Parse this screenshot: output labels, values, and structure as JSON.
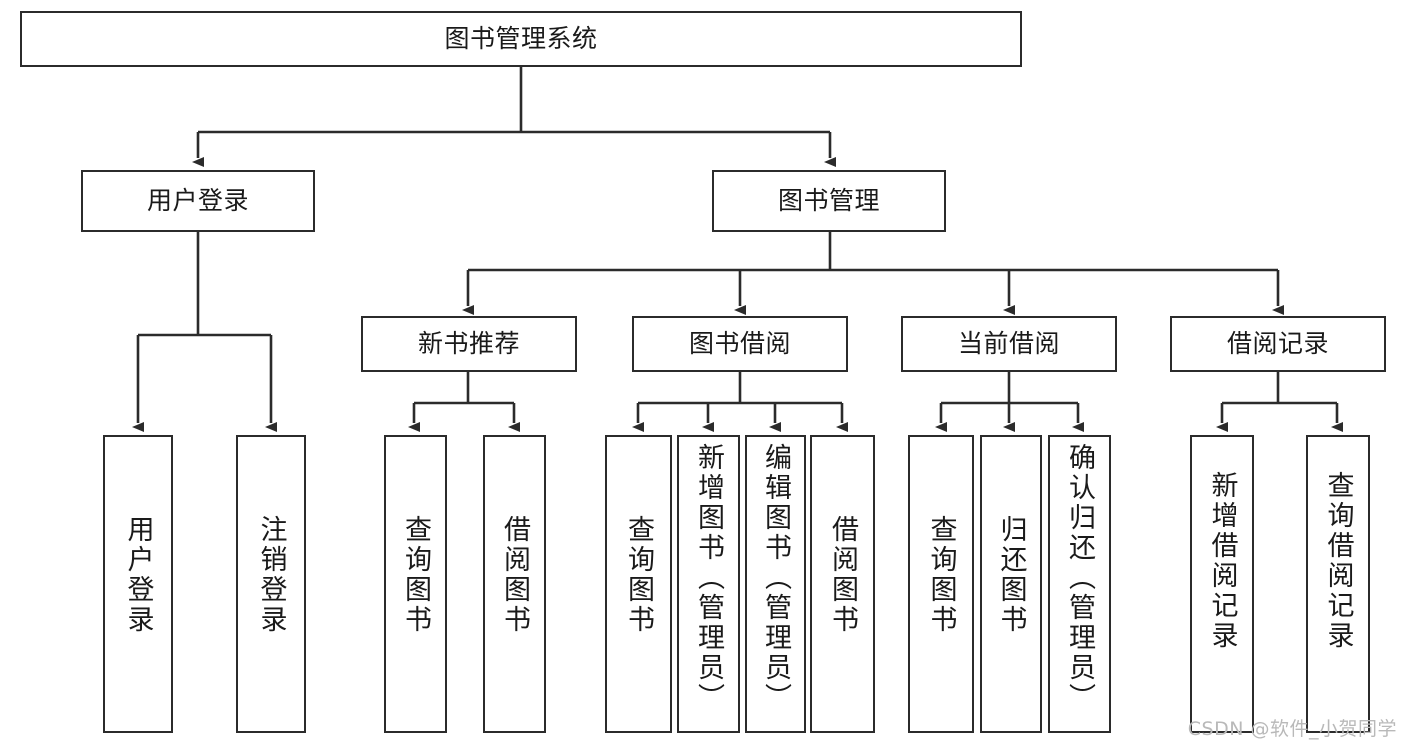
{
  "diagram": {
    "title_node": {
      "label": "图书管理系统"
    },
    "level2": [
      {
        "id": "user-login",
        "label": "用户登录"
      },
      {
        "id": "book-management",
        "label": "图书管理"
      }
    ],
    "level3": [
      {
        "id": "new-book-recommend",
        "label": "新书推荐"
      },
      {
        "id": "book-borrow",
        "label": "图书借阅"
      },
      {
        "id": "current-borrow",
        "label": "当前借阅"
      },
      {
        "id": "borrow-record",
        "label": "借阅记录"
      }
    ],
    "leaves": [
      {
        "id": "leaf-user-login",
        "label": "用户登录",
        "parent": "user-login"
      },
      {
        "id": "leaf-logout-login",
        "label": "注销登录",
        "parent": "user-login"
      },
      {
        "id": "leaf-query-book-1",
        "label": "查询图书",
        "parent": "new-book-recommend"
      },
      {
        "id": "leaf-borrow-book-1",
        "label": "借阅图书",
        "parent": "new-book-recommend"
      },
      {
        "id": "leaf-query-book-2",
        "label": "查询图书",
        "parent": "book-borrow"
      },
      {
        "id": "leaf-add-book",
        "label": "新增图书（管理员）",
        "parent": "book-borrow"
      },
      {
        "id": "leaf-edit-book",
        "label": "编辑图书（管理员）",
        "parent": "book-borrow"
      },
      {
        "id": "leaf-borrow-book-2",
        "label": "借阅图书",
        "parent": "book-borrow"
      },
      {
        "id": "leaf-query-book-3",
        "label": "查询图书",
        "parent": "current-borrow"
      },
      {
        "id": "leaf-return-book",
        "label": "归还图书",
        "parent": "current-borrow"
      },
      {
        "id": "leaf-confirm-return",
        "label": "确认归还（管理员）",
        "parent": "current-borrow"
      },
      {
        "id": "leaf-add-record",
        "label": "新增借阅记录",
        "parent": "borrow-record"
      },
      {
        "id": "leaf-query-record",
        "label": "查询借阅记录",
        "parent": "borrow-record"
      }
    ],
    "watermark": "CSDN @软件_小贺同学",
    "colors": {
      "stroke": "#2b2b2b",
      "fill": "#ffffff",
      "text": "#1a1a1a",
      "watermark": "#b9b9b9"
    }
  }
}
